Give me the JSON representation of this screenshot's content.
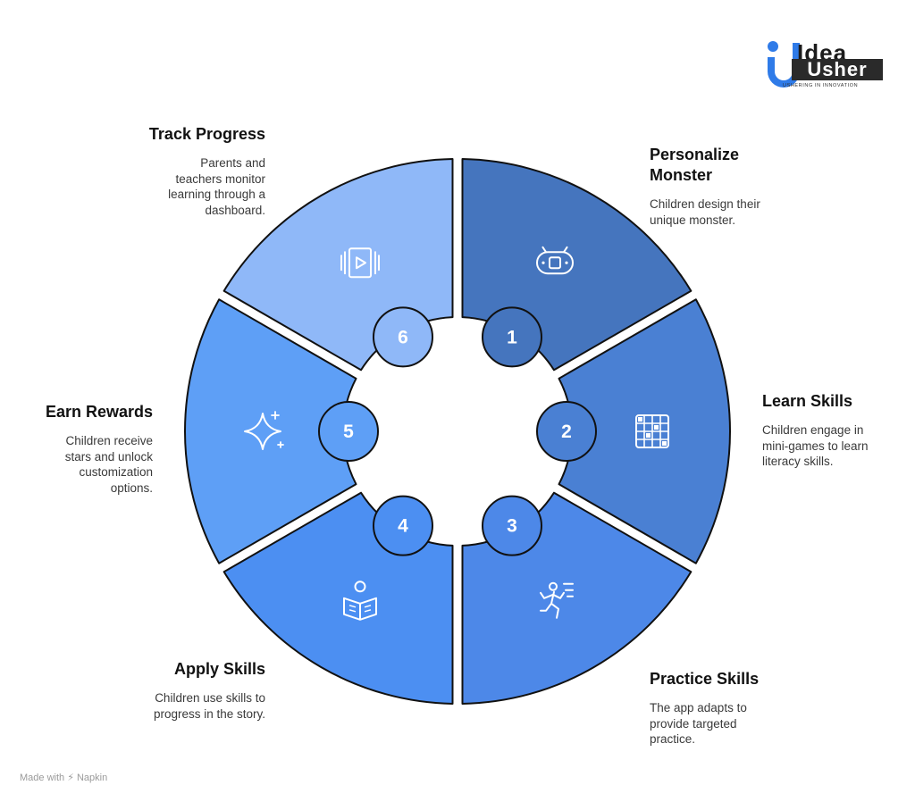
{
  "logo": {
    "line1": "Idea",
    "line2": "Usher",
    "tagline": "USHERING IN INNOVATION"
  },
  "steps": [
    {
      "number": "1",
      "title": "Personalize Monster",
      "title_lines": [
        "Personalize",
        "Monster"
      ],
      "description_lines": [
        "Children design their",
        "unique monster."
      ],
      "icon": "game-controller-icon",
      "color": "#4575be"
    },
    {
      "number": "2",
      "title": "Learn Skills",
      "title_lines": [
        "Learn Skills"
      ],
      "description_lines": [
        "Children engage in",
        "mini-games to learn",
        "literacy skills."
      ],
      "icon": "grid-puzzle-icon",
      "color": "#4a80d3"
    },
    {
      "number": "3",
      "title": "Practice Skills",
      "title_lines": [
        "Practice Skills"
      ],
      "description_lines": [
        "The app adapts to",
        "provide targeted",
        "practice."
      ],
      "icon": "running-person-icon",
      "color": "#4d88e8"
    },
    {
      "number": "4",
      "title": "Apply Skills",
      "title_lines": [
        "Apply Skills"
      ],
      "description_lines": [
        "Children use skills to",
        "progress in the story."
      ],
      "icon": "reading-person-icon",
      "color": "#4c8ff2"
    },
    {
      "number": "5",
      "title": "Earn Rewards",
      "title_lines": [
        "Earn Rewards"
      ],
      "description_lines": [
        "Children receive",
        "stars and unlock",
        "customization",
        "options."
      ],
      "icon": "sparkle-star-icon",
      "color": "#5e9ff6"
    },
    {
      "number": "6",
      "title": "Track Progress",
      "title_lines": [
        "Track Progress"
      ],
      "description_lines": [
        "Parents and",
        "teachers monitor",
        "learning through a",
        "dashboard."
      ],
      "icon": "video-player-icon",
      "color": "#8fb8f8"
    }
  ],
  "footer": {
    "made_with": "Made with ⚡ Napkin"
  }
}
